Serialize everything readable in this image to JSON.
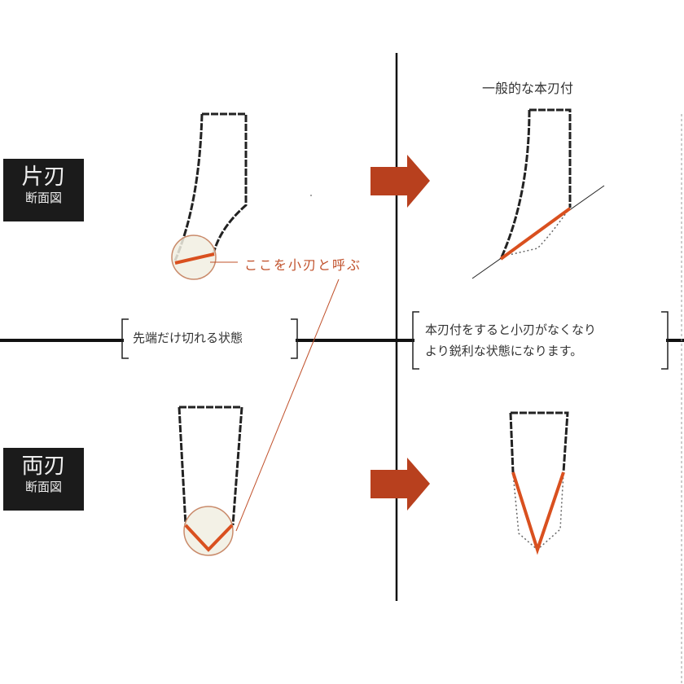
{
  "single_bevel": {
    "title": "片刃",
    "subtitle": "断面図"
  },
  "double_bevel": {
    "title": "両刃",
    "subtitle": "断面図"
  },
  "callout": "ここを小刃と呼ぶ",
  "right_title": "一般的な本刃付",
  "left_caption": "先端だけ切れる状態",
  "right_caption": [
    "本刃付をすると小刃がなくなり",
    "より鋭利な状態になります。"
  ],
  "colors": {
    "edge": "#d9501f",
    "arrow": "#b8401e",
    "circle_fill": "#f1efe2",
    "circle_stroke": "#c98a6a",
    "label_bg": "#1b1b1b"
  }
}
